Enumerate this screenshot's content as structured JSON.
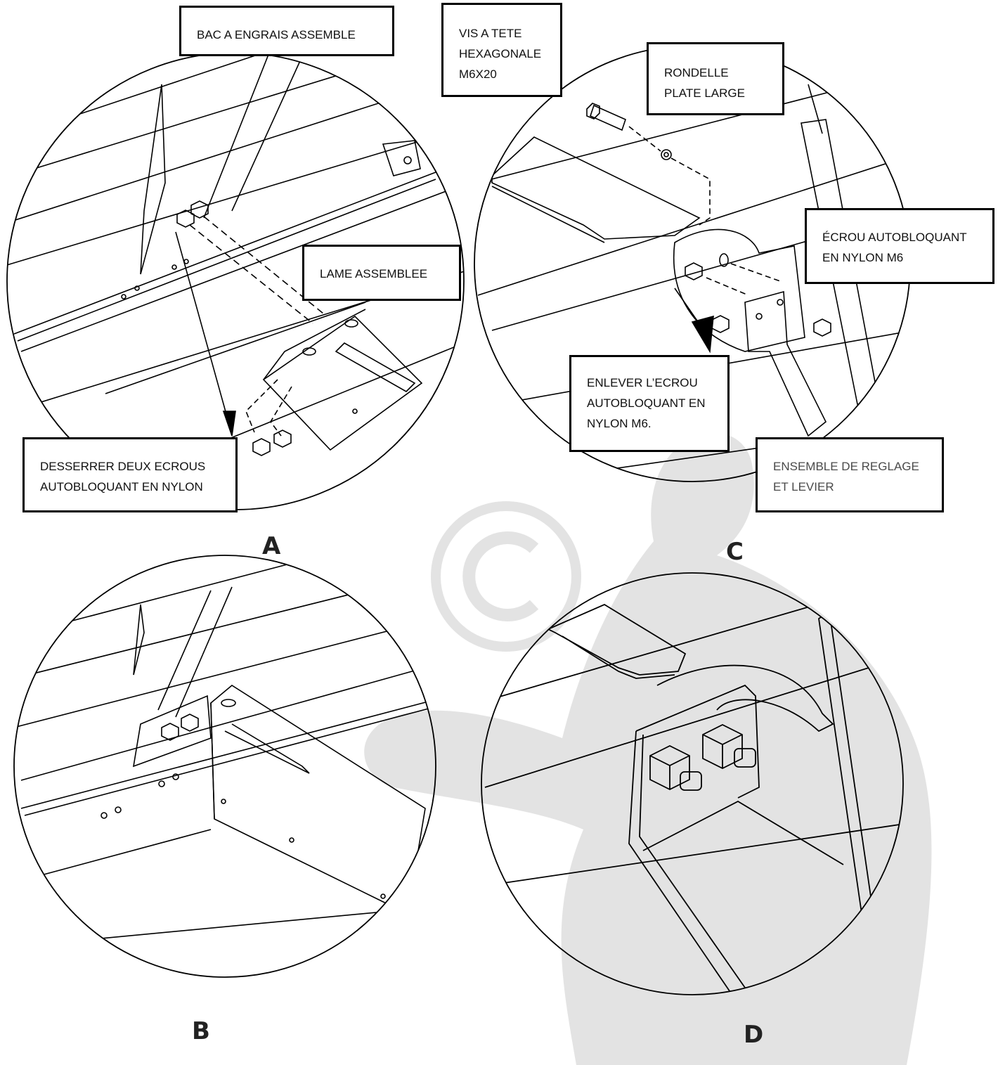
{
  "callouts": {
    "bac": "BAC A ENGRAIS ASSEMBLE",
    "lame": "LAME ASSEMBLEE",
    "desserrer": "DESSERRER DEUX ECROUS\nAUTOBLOQUANT EN NYLON",
    "vis": "VIS A TETE\nHEXAGONALE\nM6X20",
    "rondelle": "RONDELLE\nPLATE LARGE",
    "ecrou": "ÉCROU AUTOBLOQUANT\nEN NYLON M6",
    "enlever": "ENLEVER L’ECROU\nAUTOBLOQUANT EN\nNYLON M6.",
    "ensemble": "ENSEMBLE DE REGLAGE\nET LEVIER"
  },
  "figures": {
    "a": "A",
    "b": "B",
    "c": "C",
    "d": "D"
  },
  "colors": {
    "line": "#000000",
    "watermark": "#e3e3e3",
    "text": "#111111"
  },
  "watermark": {
    "icon": "copyright-groundhog-watermark"
  }
}
